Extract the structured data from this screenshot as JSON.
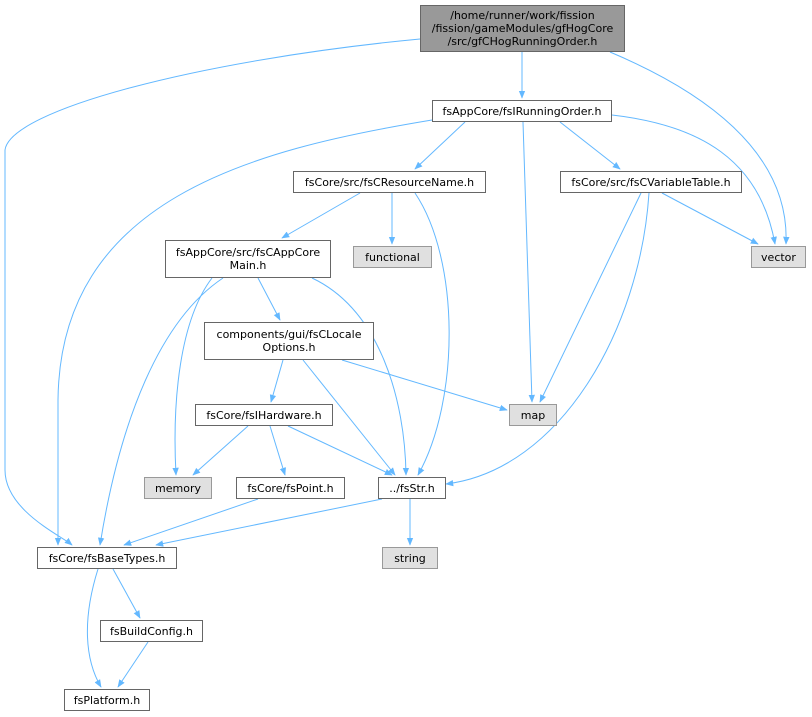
{
  "colors": {
    "edge": "#63b8ff",
    "node_border": "#666666",
    "root_fill": "#999999",
    "system_fill": "#e0e0e0"
  },
  "nodes": {
    "root": "/home/runner/work/fission\n/fission/gameModules/gfHogCore\n/src/gfCHogRunningOrder.h",
    "running_order": "fsAppCore/fsIRunningOrder.h",
    "resource_name": "fsCore/src/fsCResourceName.h",
    "variable_table": "fsCore/src/fsCVariableTable.h",
    "vector": "vector",
    "app_core_main": "fsAppCore/src/fsCAppCore\nMain.h",
    "functional": "functional",
    "locale_options": "components/gui/fsCLocale\nOptions.h",
    "map": "map",
    "hardware": "fsCore/fsIHardware.h",
    "memory": "memory",
    "point": "fsCore/fsPoint.h",
    "str": "../fsStr.h",
    "base_types": "fsCore/fsBaseTypes.h",
    "string": "string",
    "build_config": "fsBuildConfig.h",
    "platform": "fsPlatform.h"
  }
}
